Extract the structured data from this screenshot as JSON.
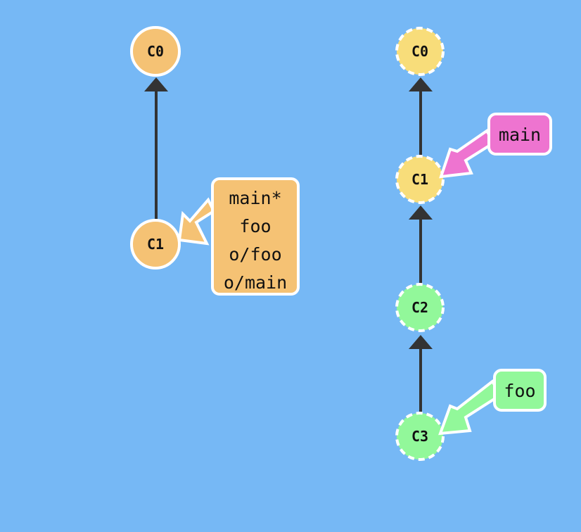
{
  "colors": {
    "background": "#76b8f5",
    "orange": "#f5c274",
    "yellow": "#f8dd7a",
    "green": "#92f89a",
    "pink": "#ee74d0",
    "edge": "#333333",
    "outline": "#ffffff"
  },
  "local_repo": {
    "commits": [
      {
        "id": "C0",
        "label": "C0"
      },
      {
        "id": "C1",
        "label": "C1"
      }
    ],
    "branch_tag": {
      "lines": [
        "main*",
        "foo",
        "o/foo",
        "o/main"
      ]
    }
  },
  "remote_repo": {
    "commits": [
      {
        "id": "C0",
        "label": "C0"
      },
      {
        "id": "C1",
        "label": "C1"
      },
      {
        "id": "C2",
        "label": "C2"
      },
      {
        "id": "C3",
        "label": "C3"
      }
    ],
    "branches": [
      {
        "name": "main"
      },
      {
        "name": "foo"
      }
    ]
  }
}
